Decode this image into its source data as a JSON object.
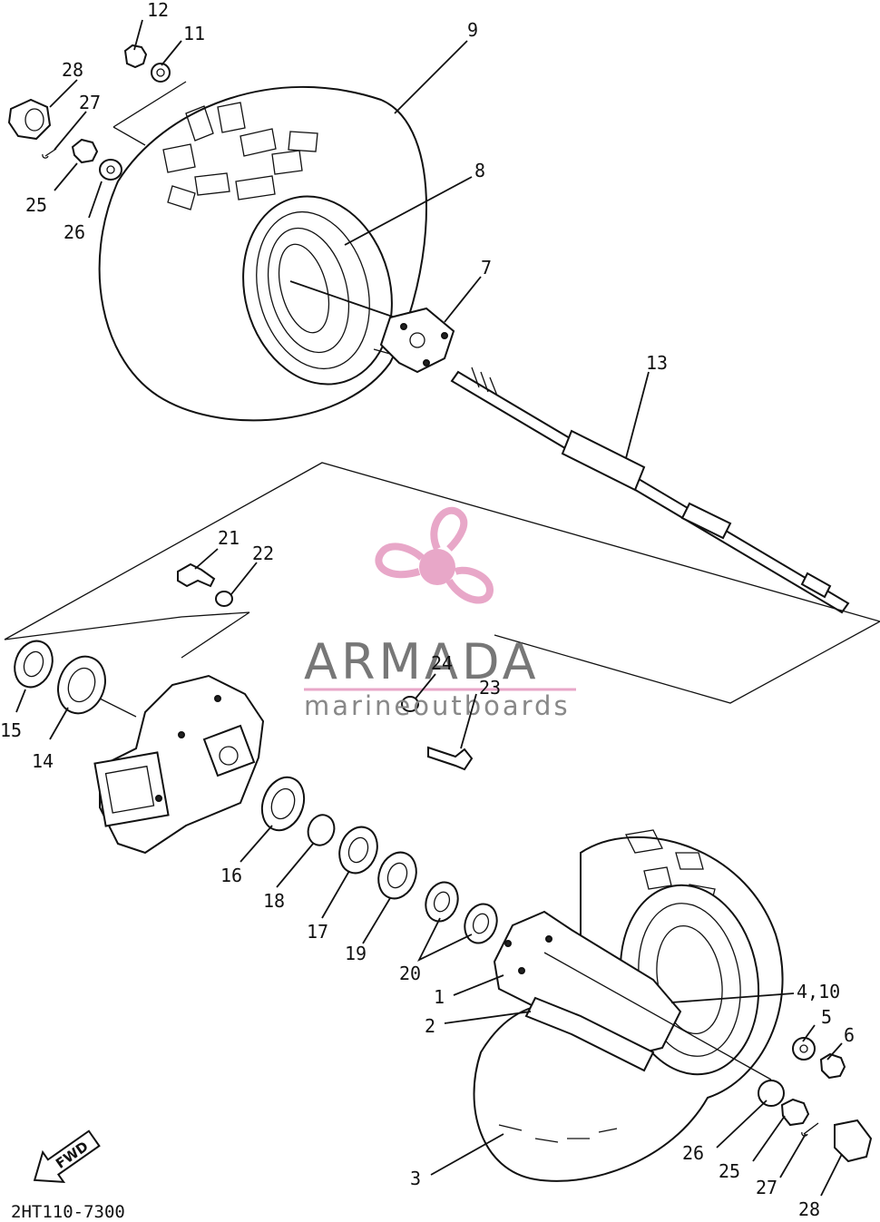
{
  "labels": {
    "p1": "1",
    "p2": "2",
    "p3": "3",
    "p4_10": "4,10",
    "p5": "5",
    "p6": "6",
    "p7": "7",
    "p8": "8",
    "p9": "9",
    "p11": "11",
    "p12": "12",
    "p13": "13",
    "p14": "14",
    "p15": "15",
    "p16": "16",
    "p17": "17",
    "p18": "18",
    "p19": "19",
    "p20": "20",
    "p21": "21",
    "p22": "22",
    "p23": "23",
    "p24": "24",
    "p25_top": "25",
    "p26_top": "26",
    "p27_top": "27",
    "p28_top": "28",
    "p25_bottom": "25",
    "p26_bottom": "26",
    "p27_bottom": "27",
    "p28_bottom": "28"
  },
  "watermark": {
    "title": "ARMADA",
    "subtitle": "marineoutboards",
    "logo_color": "#e8a7c8"
  },
  "footer": {
    "drawing_code": "2HT110-7300",
    "direction_arrow": "FWD"
  }
}
